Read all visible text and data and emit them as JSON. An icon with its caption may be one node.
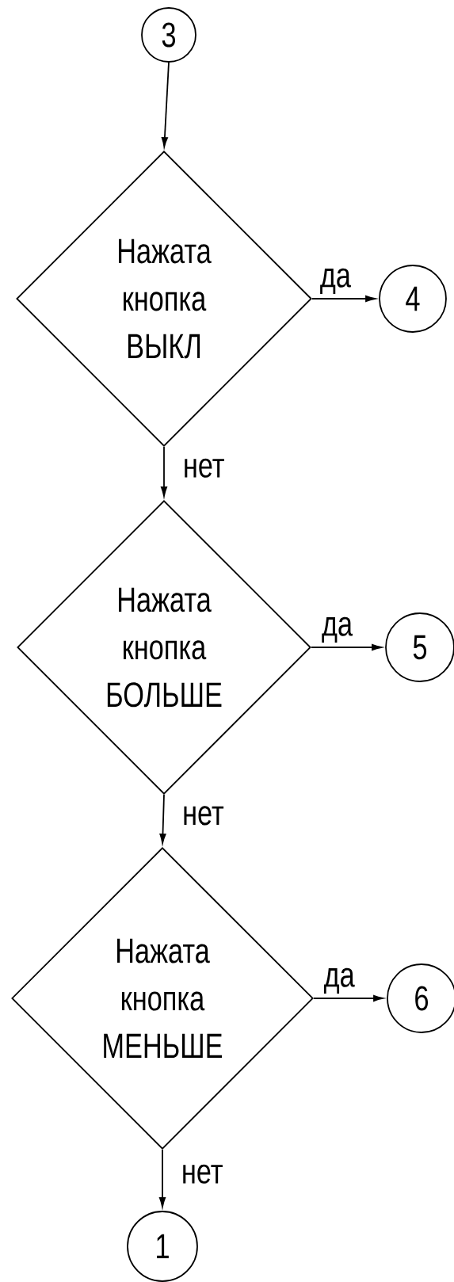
{
  "diagram": {
    "nodes": [
      {
        "text": [
          "3"
        ]
      },
      {
        "text": [
          "Нажата кнопка ВЫКЛ"
        ]
      },
      {
        "text": [
          "4"
        ]
      },
      {
        "text": [
          "Нажата кнопка БОЛЬШЕ"
        ]
      },
      {
        "text": [
          "5"
        ]
      },
      {
        "text": [
          "Нажата кнопка МЕНЬШЕ"
        ]
      },
      {
        "text": [
          "6"
        ]
      },
      {
        "text": [
          "1"
        ]
      }
    ],
    "edges": [
      {
        "from": 0,
        "to": 1,
        "arrow": "to"
      },
      {
        "from": 1,
        "to": 2,
        "arrow": "to",
        "label": "да"
      },
      {
        "from": 1,
        "to": 3,
        "arrow": "to",
        "label": "нет"
      },
      {
        "from": 3,
        "to": 4,
        "arrow": "to",
        "label": "да"
      },
      {
        "from": 3,
        "to": 5,
        "arrow": "to",
        "label": "нет"
      },
      {
        "from": 5,
        "to": 6,
        "arrow": "to",
        "label": "да"
      },
      {
        "from": 5,
        "to": 7,
        "arrow": "to",
        "label": "нет"
      }
    ]
  }
}
